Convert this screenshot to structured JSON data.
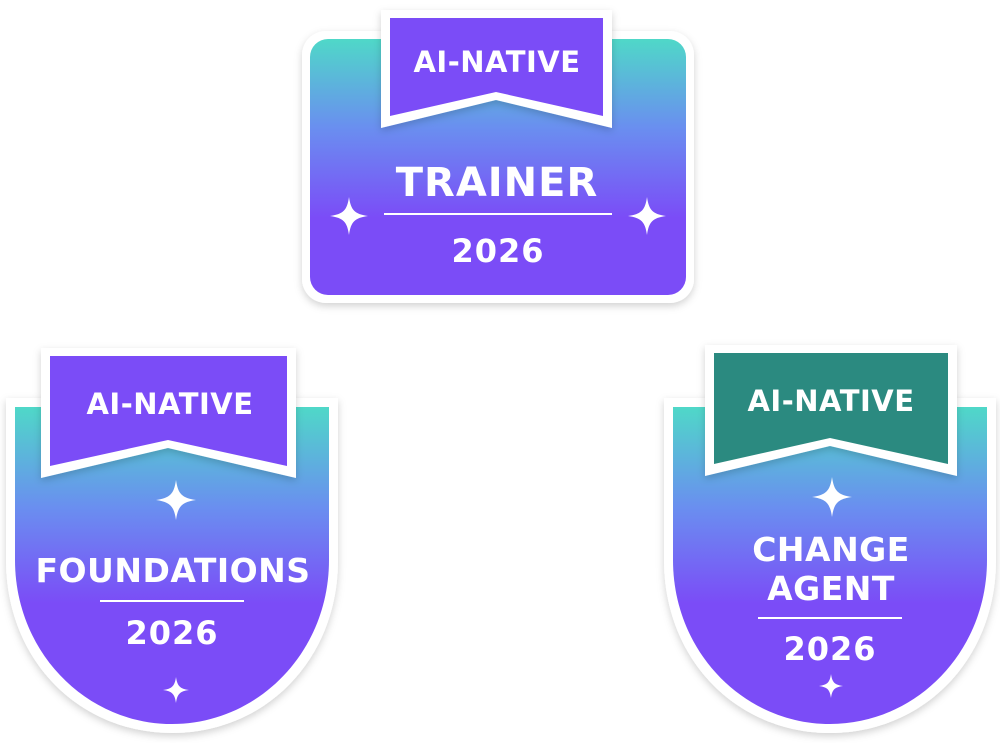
{
  "colors": {
    "gradient_top": "#4fd8c8",
    "gradient_mid": "#6a8ef0",
    "gradient_bottom": "#7b4cf7",
    "ribbon_purple": "#7b4cf7",
    "ribbon_teal": "#2b8a80",
    "outline": "#ffffff"
  },
  "badges": [
    {
      "ribbon_label": "AI-NATIVE",
      "title": "TRAINER",
      "year": "2026",
      "ribbon_color": "purple",
      "icons": [
        "sparkle-icon",
        "sparkle-icon"
      ]
    },
    {
      "ribbon_label": "AI-NATIVE",
      "title": "FOUNDATIONS",
      "year": "2026",
      "ribbon_color": "purple",
      "icons": [
        "sparkle-icon",
        "sparkle-icon"
      ]
    },
    {
      "ribbon_label": "AI-NATIVE",
      "title_line1": "CHANGE",
      "title_line2": "AGENT",
      "year": "2026",
      "ribbon_color": "teal",
      "icons": [
        "sparkle-icon",
        "sparkle-icon"
      ]
    }
  ]
}
